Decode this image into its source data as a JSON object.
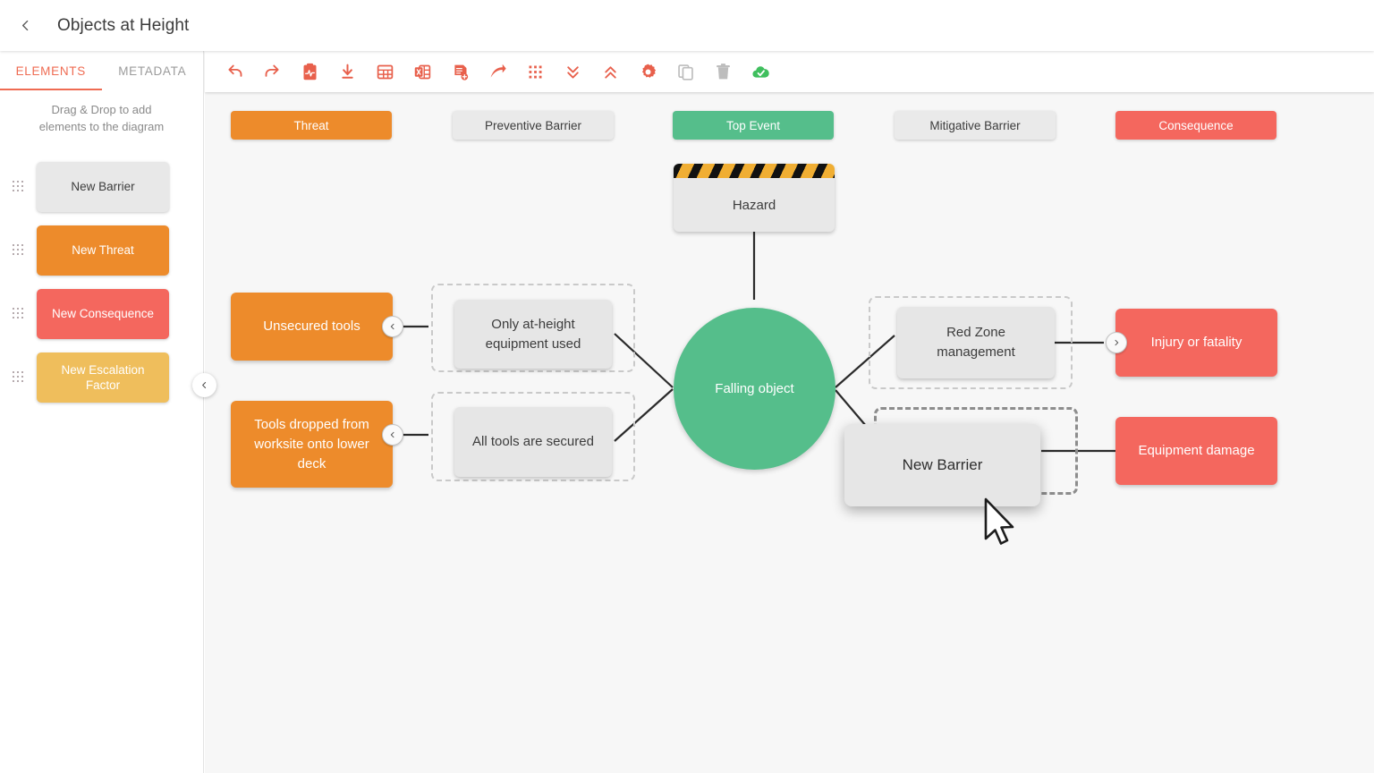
{
  "header": {
    "back_icon": "chevron-left-icon",
    "title": "Objects at Height"
  },
  "sidebar": {
    "tabs": [
      {
        "label": "ELEMENTS",
        "active": true
      },
      {
        "label": "METADATA",
        "active": false
      }
    ],
    "hint": "Drag & Drop to add elements to the diagram",
    "palette": [
      {
        "label": "New Barrier",
        "type": "barrier",
        "color": "#E8E8E8"
      },
      {
        "label": "New Threat",
        "type": "threat",
        "color": "#ED8B2B"
      },
      {
        "label": "New Consequence",
        "type": "consequence",
        "color": "#F4675E"
      },
      {
        "label": "New Escalation Factor",
        "type": "escalation",
        "color": "#EFBE5C"
      }
    ],
    "collapse_icon": "chevron-left-icon"
  },
  "toolbar": {
    "buttons": [
      {
        "name": "undo-icon",
        "tone": "accent"
      },
      {
        "name": "redo-icon",
        "tone": "accent"
      },
      {
        "name": "report-clipboard-icon",
        "tone": "accent"
      },
      {
        "name": "download-icon",
        "tone": "accent"
      },
      {
        "name": "table-icon",
        "tone": "accent"
      },
      {
        "name": "excel-export-icon",
        "tone": "accent"
      },
      {
        "name": "form-add-icon",
        "tone": "accent"
      },
      {
        "name": "share-arrow-icon",
        "tone": "accent"
      },
      {
        "name": "grid-icon",
        "tone": "accent"
      },
      {
        "name": "expand-all-down-icon",
        "tone": "accent"
      },
      {
        "name": "collapse-all-up-icon",
        "tone": "accent"
      },
      {
        "name": "settings-gear-icon",
        "tone": "accent"
      },
      {
        "name": "copy-icon",
        "tone": "gray"
      },
      {
        "name": "delete-trash-icon",
        "tone": "gray"
      },
      {
        "name": "cloud-saved-icon",
        "tone": "green"
      }
    ]
  },
  "canvas": {
    "legend": [
      {
        "label": "Threat",
        "kind": "threat"
      },
      {
        "label": "Preventive Barrier",
        "kind": "barrier"
      },
      {
        "label": "Top Event",
        "kind": "top"
      },
      {
        "label": "Mitigative Barrier",
        "kind": "barrier"
      },
      {
        "label": "Consequence",
        "kind": "cons"
      }
    ],
    "hazard": {
      "label": "Hazard"
    },
    "top_event": {
      "label": "Falling object"
    },
    "threats": [
      {
        "label": "Unsecured tools"
      },
      {
        "label": "Tools dropped from worksite onto lower deck"
      }
    ],
    "preventive_barriers": [
      {
        "label": "Only at-height equipment used"
      },
      {
        "label": "All tools are secured"
      }
    ],
    "mitigative_barriers": [
      {
        "label": "Red Zone management"
      }
    ],
    "consequences": [
      {
        "label": "Injury or fatality"
      },
      {
        "label": "Equipment damage"
      }
    ],
    "dragged_element": {
      "label": "New Barrier"
    },
    "link_buttons": [
      {
        "name": "add-barrier-left-1",
        "icon": "chevron-left-icon"
      },
      {
        "name": "add-barrier-left-2",
        "icon": "chevron-left-icon"
      },
      {
        "name": "add-barrier-right-1",
        "icon": "chevron-right-icon"
      }
    ],
    "colors": {
      "threat": "#ED8B2B",
      "barrier": "#E6E6E6",
      "top_event": "#55BE8B",
      "consequence": "#F4675E",
      "escalation": "#EFBE5C",
      "accent": "#E8604C",
      "canvas_bg": "#F7F7F7"
    }
  }
}
